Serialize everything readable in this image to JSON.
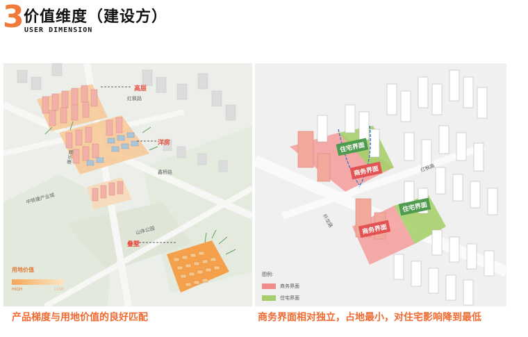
{
  "header": {
    "number": "3",
    "title": "价值维度（建设方）",
    "subtitle": "USER DIMENSION"
  },
  "left_panel": {
    "tags": {
      "high_rise": "高层",
      "villa": "洋房",
      "stacked": "叠墅"
    },
    "roads": {
      "r1": "红枫路",
      "r2": "康乐路",
      "r3": "鑫桥路",
      "r4": "中铁建产业城",
      "r5": "山体公园"
    },
    "legend": {
      "title": "用地价值",
      "high": "HIGH",
      "low": "LOW"
    }
  },
  "right_panel": {
    "labels": {
      "residential_1": "住宅界面",
      "commercial_1": "商务界面",
      "commercial_2": "商务界面",
      "residential_2": "住宅界面"
    },
    "roads": {
      "r1": "红枫路",
      "r2": "杆龙路"
    },
    "legend": {
      "title": "图例:",
      "commercial": "商务界面",
      "residential": "住宅界面"
    }
  },
  "captions": {
    "left": "产品梯度与用地价值的良好匹配",
    "right": "商务界面相对独立，占地最小，对住宅影响降到最低"
  },
  "colors": {
    "accent": "#f07a3a",
    "commercial": "#f28b8b",
    "residential": "#a6cf6b"
  }
}
